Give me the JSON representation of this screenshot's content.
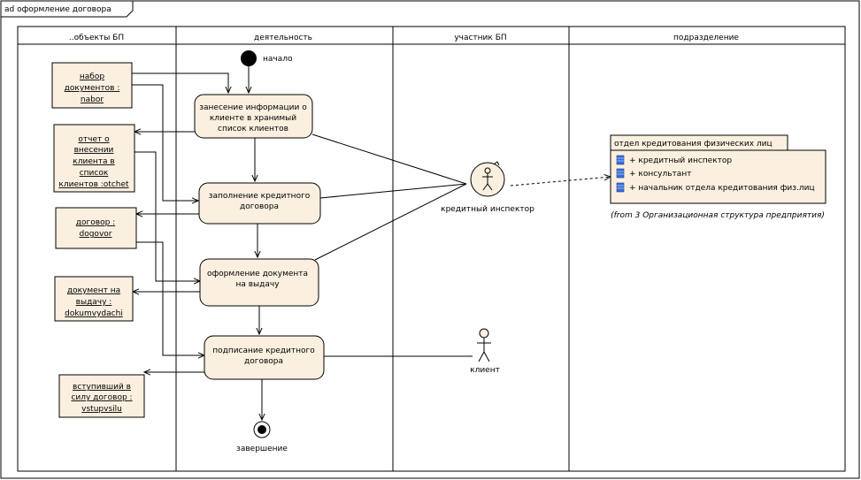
{
  "diagram": {
    "frame_title": "ad оформление договора",
    "lanes": [
      {
        "id": "objects",
        "title": "..объекты БП"
      },
      {
        "id": "activity",
        "title": "деятельность"
      },
      {
        "id": "participant",
        "title": "участник БП"
      },
      {
        "id": "division",
        "title": "подразделение"
      }
    ],
    "start_label": "начало",
    "end_label": "завершение",
    "activities": [
      {
        "id": "a1",
        "lines": [
          "занесение информации о",
          "клиенте в хранимый",
          "список клиентов"
        ]
      },
      {
        "id": "a2",
        "lines": [
          "заполнение кредитного",
          "договора"
        ]
      },
      {
        "id": "a3",
        "lines": [
          "оформление документа",
          "на выдачу"
        ]
      },
      {
        "id": "a4",
        "lines": [
          "подписание кредитного",
          "договора"
        ]
      }
    ],
    "objects": [
      {
        "id": "o1",
        "lines": [
          "набор",
          "документов :",
          "nabor"
        ]
      },
      {
        "id": "o2",
        "lines": [
          "отчет о",
          "внесении",
          "клиента в",
          "список",
          "клиентов :otchet"
        ]
      },
      {
        "id": "o3",
        "lines": [
          "договор :",
          "dogovor"
        ]
      },
      {
        "id": "o4",
        "lines": [
          "документ на",
          "выдачу :",
          "dokumvydachi"
        ]
      },
      {
        "id": "o5",
        "lines": [
          "вступивший в",
          "силу договор :",
          "vstupvsilu"
        ]
      }
    ],
    "actors": [
      {
        "id": "inspector",
        "label": "кредитный инспектор"
      },
      {
        "id": "client",
        "label": "клиент"
      }
    ],
    "division": {
      "title": "отдел кредитования физических лиц",
      "items": [
        "+ кредитный инспектор",
        "+ консультант",
        "+ начальник отдела кредитования физ.лиц"
      ],
      "note": "(from 3 Организационная структура предприятия)"
    },
    "colors": {
      "activity_fill": "#fbf0e0",
      "object_fill": "#fbf0e0",
      "division_fill": "#fbf0e0",
      "line": "#000000",
      "item_icon": "#3a6fd8"
    }
  }
}
